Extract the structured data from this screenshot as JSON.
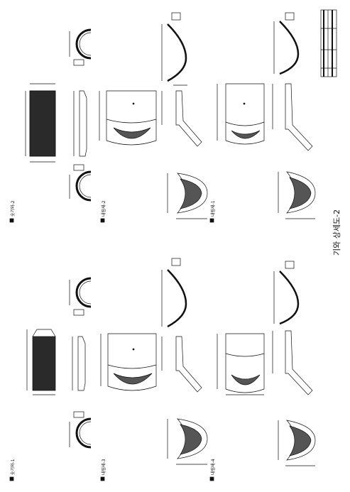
{
  "sheet": {
    "title": "기와 상세도-2",
    "labels": {
      "sukiwa_1": "숫기와-1",
      "sukiwa_2": "숫기와-2",
      "bitmyeon_1": "내림새-1",
      "bitmyeon_2": "내림새-2",
      "bitmyeon_3": "내림새-3",
      "bitmyeon_4": "내림새-4"
    }
  },
  "colors": {
    "ink": "#111111",
    "fill_dark": "#2a2a2a",
    "paper": "#ffffff"
  }
}
